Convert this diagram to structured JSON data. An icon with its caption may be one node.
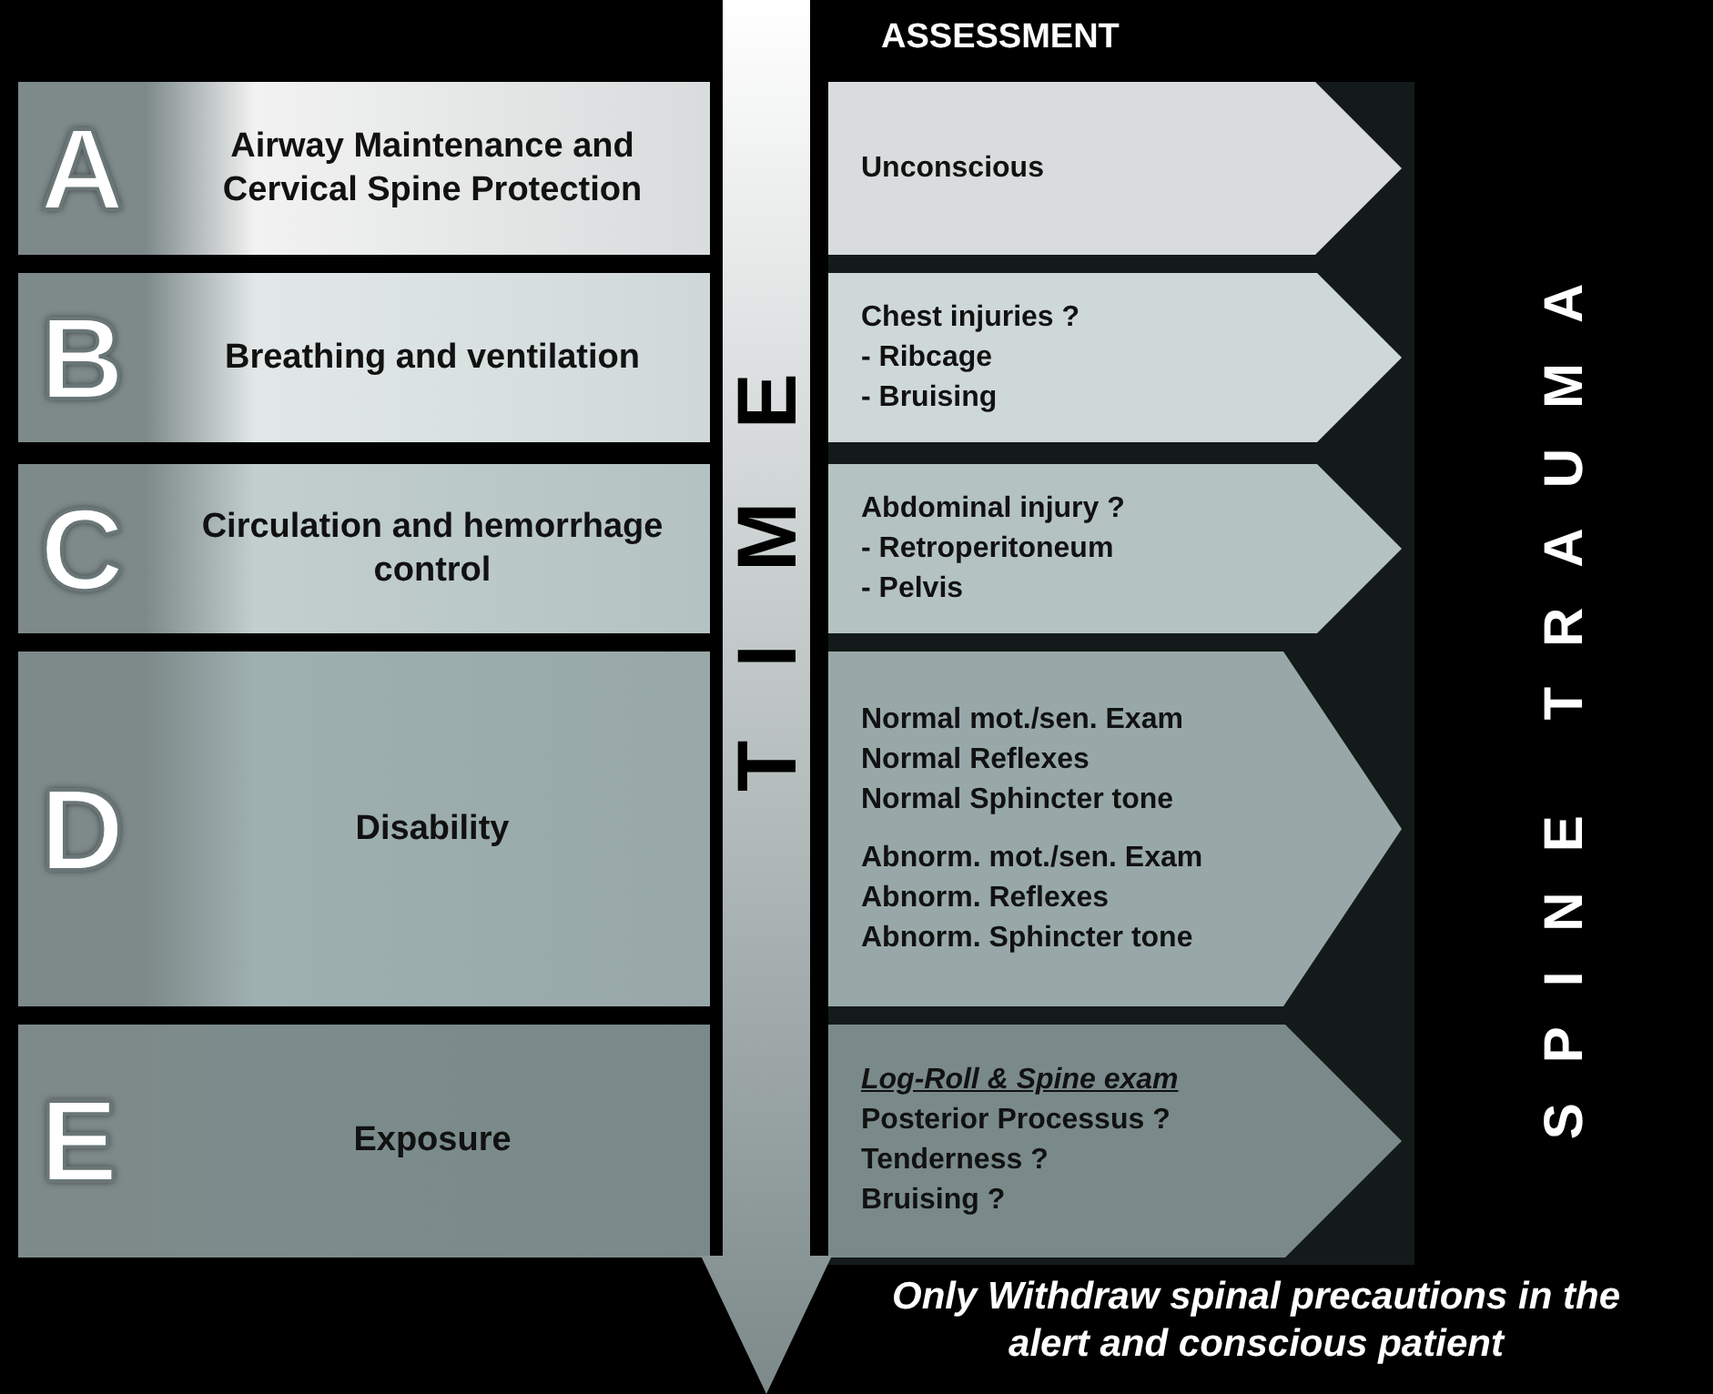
{
  "diagram": {
    "nodes": [
      {
        "text": [
          "A",
          "Airway Maintenance and Cervical Spine Protection"
        ]
      },
      {
        "text": [
          "B",
          "Breathing and ventilation"
        ]
      },
      {
        "text": [
          "C",
          "Circulation and hemorrhage control"
        ]
      },
      {
        "text": [
          "D",
          "Disability"
        ]
      },
      {
        "text": [
          "E",
          "Exposure"
        ]
      },
      {
        "text": [
          "Unconscious"
        ]
      },
      {
        "text": [
          "Chest injuries ?",
          "- Ribcage",
          "- Bruising"
        ]
      },
      {
        "text": [
          "Abdominal injury ?",
          "- Retroperitoneum",
          "- Pelvis"
        ]
      },
      {
        "text": [
          "Normal mot./sen. Exam",
          "Normal Reflexes",
          "Normal Sphincter tone",
          "Abnorm. mot./sen. Exam",
          "Abnorm. Reflexes",
          "Abnorm. Sphincter tone"
        ]
      },
      {
        "text": [
          "Log-Roll & Spine exam",
          "Posterior Processus ?",
          "Tenderness ?",
          "Bruising ?"
        ]
      },
      {
        "text": [
          "TIME"
        ]
      }
    ],
    "labels": [
      "ASSESSMENT",
      "SPINE TRAUMA",
      "Only Withdraw spinal precautions in the alert and conscious patient"
    ]
  }
}
